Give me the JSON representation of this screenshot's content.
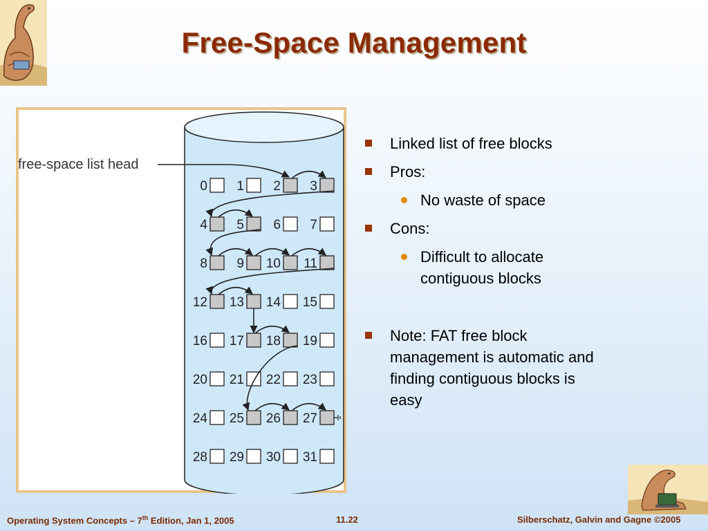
{
  "title": "Free-Space Management",
  "figure": {
    "label": "free-space list head",
    "blocks": [
      "0",
      "1",
      "2",
      "3",
      "4",
      "5",
      "6",
      "7",
      "8",
      "9",
      "10",
      "11",
      "12",
      "13",
      "14",
      "15",
      "16",
      "17",
      "18",
      "19",
      "20",
      "21",
      "22",
      "23",
      "24",
      "25",
      "26",
      "27",
      "28",
      "29",
      "30",
      "31"
    ],
    "free_blocks": [
      2,
      3,
      4,
      5,
      8,
      9,
      10,
      11,
      12,
      13,
      17,
      18,
      25,
      26,
      27
    ],
    "links": [
      [
        2,
        3
      ],
      [
        3,
        4
      ],
      [
        4,
        5
      ],
      [
        5,
        8
      ],
      [
        8,
        9
      ],
      [
        9,
        10
      ],
      [
        10,
        11
      ],
      [
        11,
        12
      ],
      [
        12,
        13
      ],
      [
        13,
        17
      ],
      [
        17,
        18
      ],
      [
        18,
        25
      ],
      [
        25,
        26
      ],
      [
        26,
        27
      ]
    ],
    "colors": {
      "free": "#c8c8c8",
      "used": "#ffffff",
      "cylinder": "#cfe8f8",
      "frame": "#e0b070"
    }
  },
  "bullets": {
    "item1": "Linked list of free blocks",
    "item2": "Pros:",
    "item2a": "No waste of space",
    "item3": "Cons:",
    "item3a_line1": "Difficult to allocate",
    "item3a_line2": "contiguous blocks",
    "item4_line1": "Note: FAT free block",
    "item4_line2": "management is automatic and",
    "item4_line3": "finding contiguous blocks is",
    "item4_line4": "easy"
  },
  "footer": {
    "left_pre": "Operating System Concepts – 7",
    "left_sup": "th",
    "left_post": " Edition, Jan 1, 2005",
    "center": "11.22",
    "right": "Silberschatz, Galvin and Gagne ©2005"
  }
}
